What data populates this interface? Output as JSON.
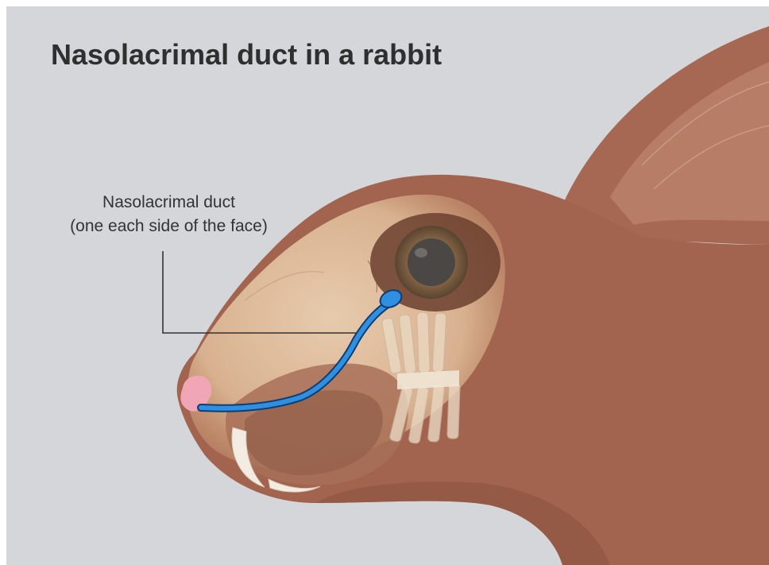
{
  "figure": {
    "title": "Nasolacrimal duct in a rabbit",
    "label_line1": "Nasolacrimal duct",
    "label_line2": "(one each side of the face)"
  },
  "colors": {
    "background": "#d4d6d9",
    "fur": "#a0644f",
    "fur_dark": "#8a5341",
    "skin_light": "#e2c3a2",
    "duct": "#2f8fe0",
    "duct_outline": "#0e3d73",
    "nose": "#f0a6b4"
  },
  "icons": {
    "anatomy": "rabbit-head-illustration"
  }
}
